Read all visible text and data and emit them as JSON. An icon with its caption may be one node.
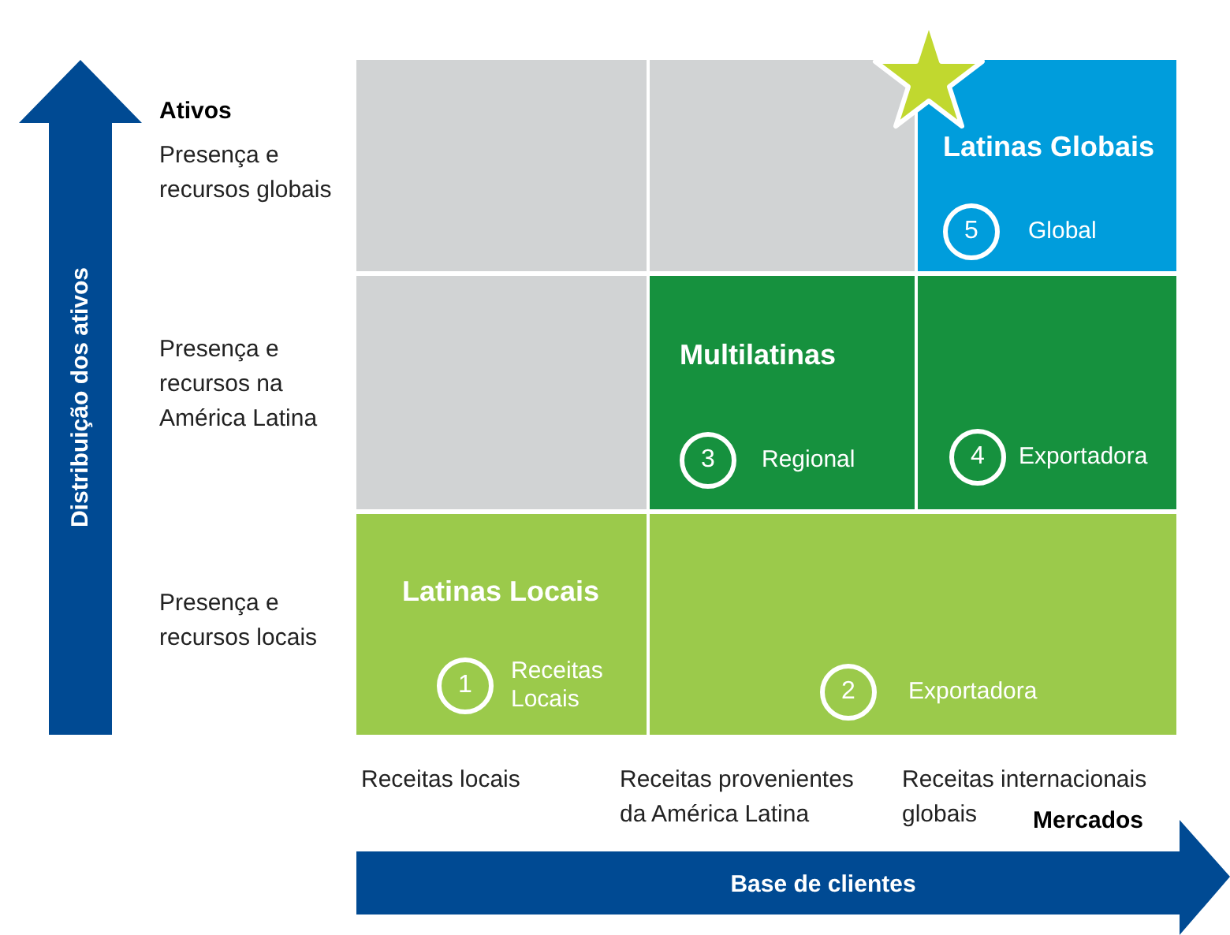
{
  "diagram": {
    "nodes": [
      {
        "text": [],
        "shape": "box"
      },
      {
        "text": [],
        "shape": "box"
      },
      {
        "text": [
          "Latinas Globais"
        ]
      },
      {
        "text": [
          "5"
        ],
        "in": 2,
        "beside": [
          "Global"
        ]
      },
      {
        "text": [],
        "shape": "box"
      },
      {
        "text": [
          "Multilatinas"
        ]
      },
      {
        "text": [
          "3"
        ],
        "in": 5,
        "beside": [
          "Regional"
        ]
      },
      {
        "text": [],
        "shape": "box"
      },
      {
        "text": [
          "4"
        ],
        "in": 7,
        "beside": [
          "Exportadora"
        ]
      },
      {
        "text": [
          "Latinas Locais"
        ]
      },
      {
        "text": [
          "1"
        ],
        "in": 9,
        "beside": [
          "Receitas Locais"
        ]
      },
      {
        "text": [],
        "shape": "box"
      },
      {
        "text": [
          "2"
        ],
        "in": 11,
        "beside": [
          "Exportadora"
        ]
      }
    ],
    "labels": [
      "Ativos",
      "Presença e recursos globais",
      "Presença e recursos na América Latina",
      "Presença e recursos locais",
      "Distribuição dos ativos",
      "Receitas locais",
      "Receitas provenientes da América Latina",
      "Receitas internacionais globais",
      "Mercados",
      "Base de clientes"
    ]
  }
}
